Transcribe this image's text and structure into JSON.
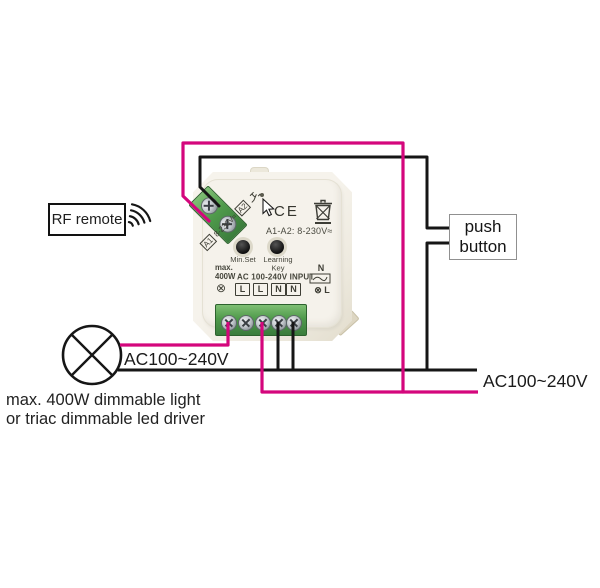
{
  "labels": {
    "rf_remote": "RF remote",
    "push_button": {
      "line1": "push",
      "line2": "button"
    },
    "lamp_voltage": "AC100~240V",
    "mains_voltage": "AC100~240V",
    "caption": {
      "line1": "max. 400W dimmable light",
      "line2": "or triac dimmable led driver"
    }
  },
  "device": {
    "ce_mark": "CE",
    "rating_text": "A1-A2: 8-230V≈",
    "min_set_label": "Min.Set",
    "learning_key": {
      "line1": "Learning",
      "line2": "Key"
    },
    "power_rating": {
      "line1": "max.",
      "line2": "400W"
    },
    "input_label": "AC 100-240V INPUT",
    "terminal_labels": [
      "⊗",
      "L",
      "L",
      "N",
      "N"
    ],
    "top_terminal": {
      "a1": "A1",
      "a2": "A2",
      "range": "8-230V≈"
    },
    "side_print": {
      "neutral": "N",
      "load": "⊗ L"
    }
  },
  "colors": {
    "wire_live": "#d4067c",
    "wire_neutral": "#161616",
    "terminal_green": "#4f9a4b",
    "case": "#f2efe7"
  }
}
